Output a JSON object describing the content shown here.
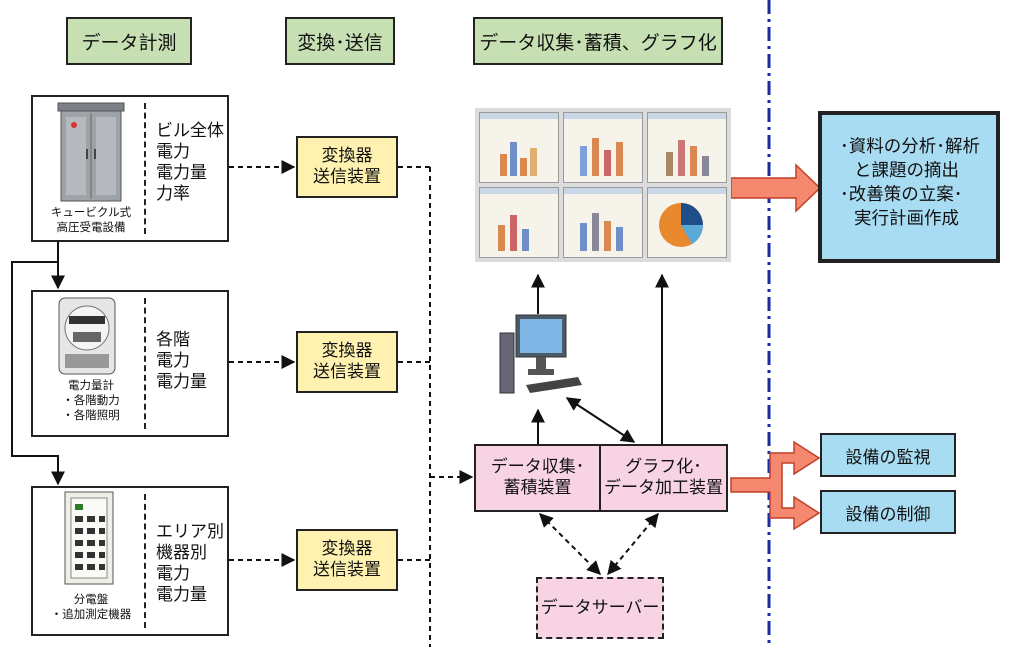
{
  "headers": {
    "measure": "データ計測",
    "convert": "変換･送信",
    "collect": "データ収集･蓄積、グラフ化"
  },
  "devices": [
    {
      "caption": [
        "キュービクル式",
        "高圧受電設備"
      ],
      "items": "ビル全体\n電力\n電力量\n力率",
      "icon": "cubicle-icon"
    },
    {
      "caption": [
        "電力量計",
        "・各階動力",
        "・各階照明"
      ],
      "items": "各階\n電力\n電力量",
      "icon": "watt-hour-meter-icon"
    },
    {
      "caption": [
        "分電盤",
        "・追加測定機器"
      ],
      "items": "エリア別\n機器別\n電力\n電力量",
      "icon": "distribution-board-icon"
    }
  ],
  "converters": [
    [
      "変換器",
      "送信装置"
    ],
    [
      "変換器",
      "送信装置"
    ],
    [
      "変換器",
      "送信装置"
    ]
  ],
  "collector": [
    "データ収集･",
    "蓄積装置"
  ],
  "processor": [
    "グラフ化･",
    "データ加工装置"
  ],
  "server": "データサーバー",
  "analysis": [
    "･資料の分析･解析",
    "と課題の摘出",
    "･改善策の立案･",
    "実行計画作成"
  ],
  "monitor": "設備の監視",
  "control": "設備の制御",
  "colors": {
    "header_fill": "#c6e0b4",
    "converter_fill": "#fff2b0",
    "pink_fill": "#f8d3e3",
    "blue_fill": "#a8dcf2",
    "arrow_fill": "#f4896f",
    "divider": "#1a2aa0"
  }
}
